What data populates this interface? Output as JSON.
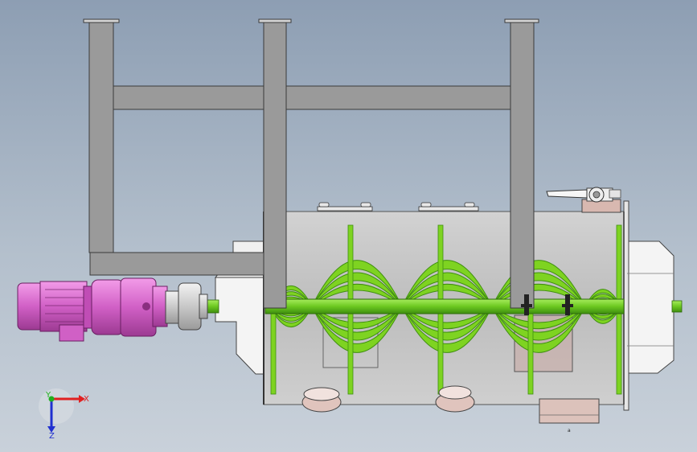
{
  "viewport": {
    "background_top": "#8d9eb3",
    "background_bottom": "#c9d1da"
  },
  "colors": {
    "frame": "#9a9a9a",
    "frame_stroke": "#3a3a3a",
    "drum": "#c4c4c4",
    "ribbon": "#7ed321",
    "ribbon_dark": "#3f8f10",
    "motor": "#e07ad6",
    "motor_dark": "#8a2f80",
    "cover": "#f4f4f4",
    "valve": "#d8b8b0"
  },
  "part_label": "a",
  "triad": {
    "x_label": "X",
    "y_label": "Y",
    "z_label": "Z",
    "x_color": "#e02020",
    "y_color": "#20b020",
    "z_color": "#2030d0"
  }
}
